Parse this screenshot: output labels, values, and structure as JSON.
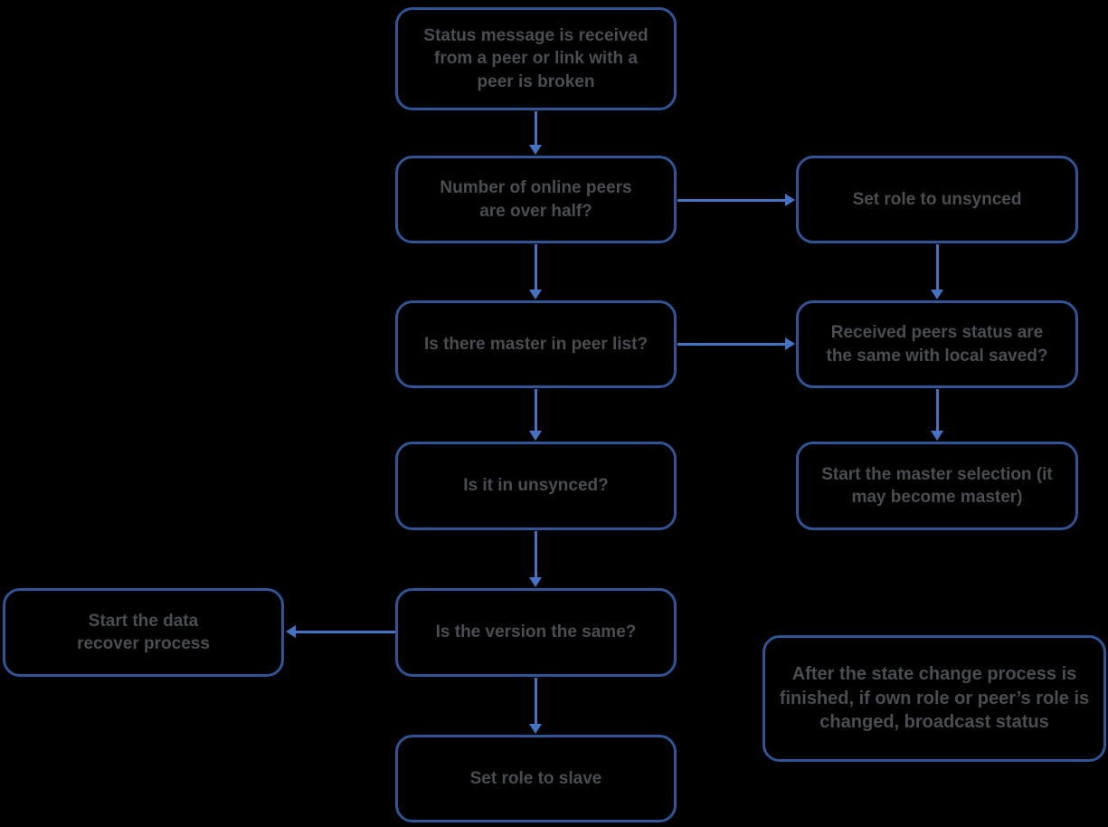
{
  "colors": {
    "background": "#000000",
    "node_border": "#2f5597",
    "arrow": "#4472c4",
    "text": "#4a4d52"
  },
  "diagram": {
    "title": "Peer status / role state-change flowchart",
    "nodes": {
      "status_message": {
        "label": "Status message is received from a peer or link with a peer is broken"
      },
      "online_peers": {
        "label": "Number of online peers are over half?"
      },
      "set_role_unsynced": {
        "label": "Set role to unsynced"
      },
      "master_in_peer_list": {
        "label": "Is there master in peer list?"
      },
      "peers_status_same": {
        "label": "Received peers status are the same with local saved?"
      },
      "is_in_unsynced": {
        "label": "Is it in unsynced?"
      },
      "master_selection": {
        "label": "Start the master selection (it may become master)"
      },
      "data_recover": {
        "label": "Start the data recover process"
      },
      "version_same": {
        "label": "Is the version the same?"
      },
      "broadcast_note": {
        "label": "After the state change process is finished, if own role or peer’s role is changed, broadcast status"
      },
      "set_role_slave": {
        "label": "Set role to slave"
      }
    },
    "edges": [
      {
        "from": "status_message",
        "to": "online_peers",
        "direction": "down"
      },
      {
        "from": "online_peers",
        "to": "set_role_unsynced",
        "direction": "right"
      },
      {
        "from": "online_peers",
        "to": "master_in_peer_list",
        "direction": "down"
      },
      {
        "from": "set_role_unsynced",
        "to": "peers_status_same",
        "direction": "down"
      },
      {
        "from": "master_in_peer_list",
        "to": "peers_status_same",
        "direction": "right"
      },
      {
        "from": "master_in_peer_list",
        "to": "is_in_unsynced",
        "direction": "down"
      },
      {
        "from": "peers_status_same",
        "to": "master_selection",
        "direction": "down"
      },
      {
        "from": "is_in_unsynced",
        "to": "version_same",
        "direction": "down"
      },
      {
        "from": "version_same",
        "to": "data_recover",
        "direction": "left"
      },
      {
        "from": "version_same",
        "to": "set_role_slave",
        "direction": "down"
      }
    ]
  }
}
